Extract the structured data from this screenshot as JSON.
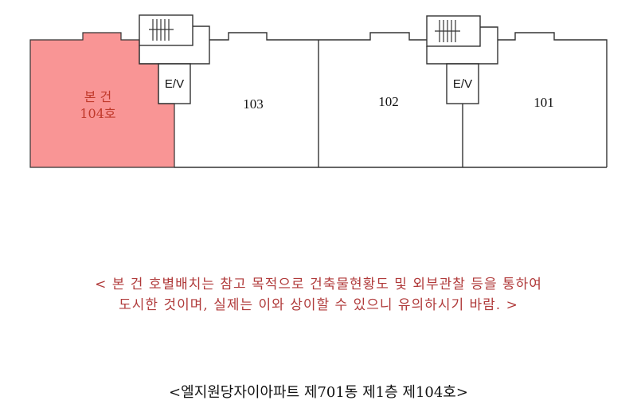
{
  "floor_plan": {
    "subject_unit": {
      "line1": "본 건",
      "line2": "104호",
      "fill_color": "#f99595",
      "text_color": "#c0392b"
    },
    "units": [
      {
        "label": "103"
      },
      {
        "label": "102"
      },
      {
        "label": "101"
      }
    ],
    "elevators": [
      {
        "label": "E/V"
      },
      {
        "label": "E/V"
      }
    ],
    "stairs_icon": "stairs-icon"
  },
  "note": {
    "line1": "< 본 건 호별배치는 참고 목적으로 건축물현황도 및 외부관찰 등을 통하여",
    "line2": "도시한 것이며, 실제는 이와 상이할 수 있으니 유의하시기 바람. >",
    "color": "#b03a3a"
  },
  "title": "<엘지원당자이아파트 제701동 제1층 제104호>"
}
